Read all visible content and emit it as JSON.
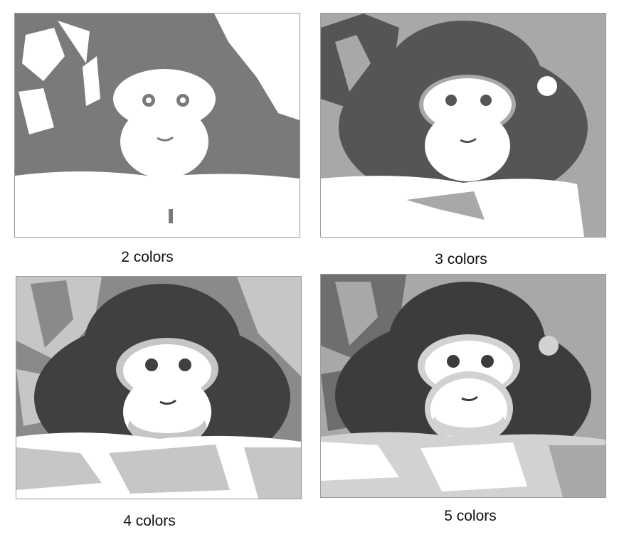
{
  "panels": [
    {
      "caption": "2 colors",
      "palette": [
        "#ffffff",
        "#7a7a7a"
      ]
    },
    {
      "caption": "3 colors",
      "palette": [
        "#ffffff",
        "#a8a8a8",
        "#555555"
      ]
    },
    {
      "caption": "4 colors",
      "palette": [
        "#ffffff",
        "#c6c6c6",
        "#8a8a8a",
        "#404040"
      ]
    },
    {
      "caption": "5 colors",
      "palette": [
        "#ffffff",
        "#d2d2d2",
        "#a8a8a8",
        "#6e6e6e",
        "#3c3c3c"
      ]
    }
  ]
}
